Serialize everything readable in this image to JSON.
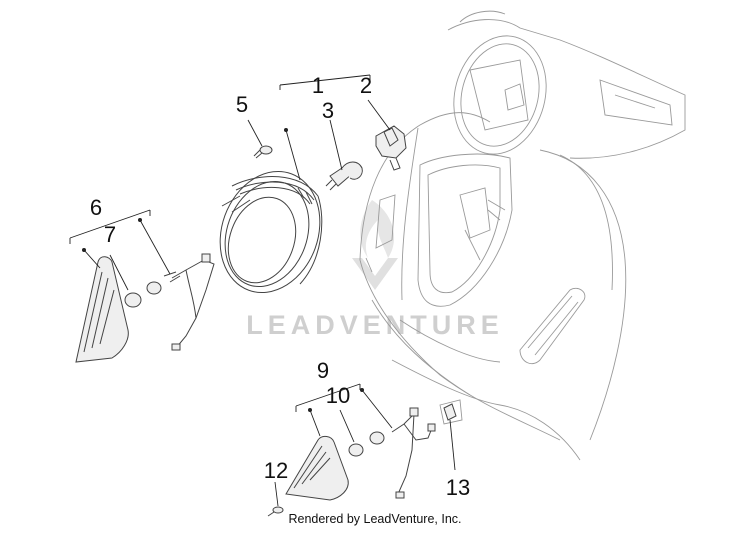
{
  "diagram": {
    "callouts": [
      {
        "id": "c1",
        "label": "1"
      },
      {
        "id": "c2",
        "label": "2"
      },
      {
        "id": "c3",
        "label": "3"
      },
      {
        "id": "c5",
        "label": "5"
      },
      {
        "id": "c6",
        "label": "6"
      },
      {
        "id": "c7",
        "label": "7"
      },
      {
        "id": "c9",
        "label": "9"
      },
      {
        "id": "c10",
        "label": "10"
      },
      {
        "id": "c12",
        "label": "12"
      },
      {
        "id": "c13",
        "label": "13"
      }
    ],
    "watermark": "LEADVENTURE",
    "footer": "Rendered by LeadVenture, Inc."
  },
  "colors": {
    "line": "#444444",
    "body_outline": "#9a9a9a",
    "watermark": "#cfcfcf",
    "text": "#111111"
  }
}
